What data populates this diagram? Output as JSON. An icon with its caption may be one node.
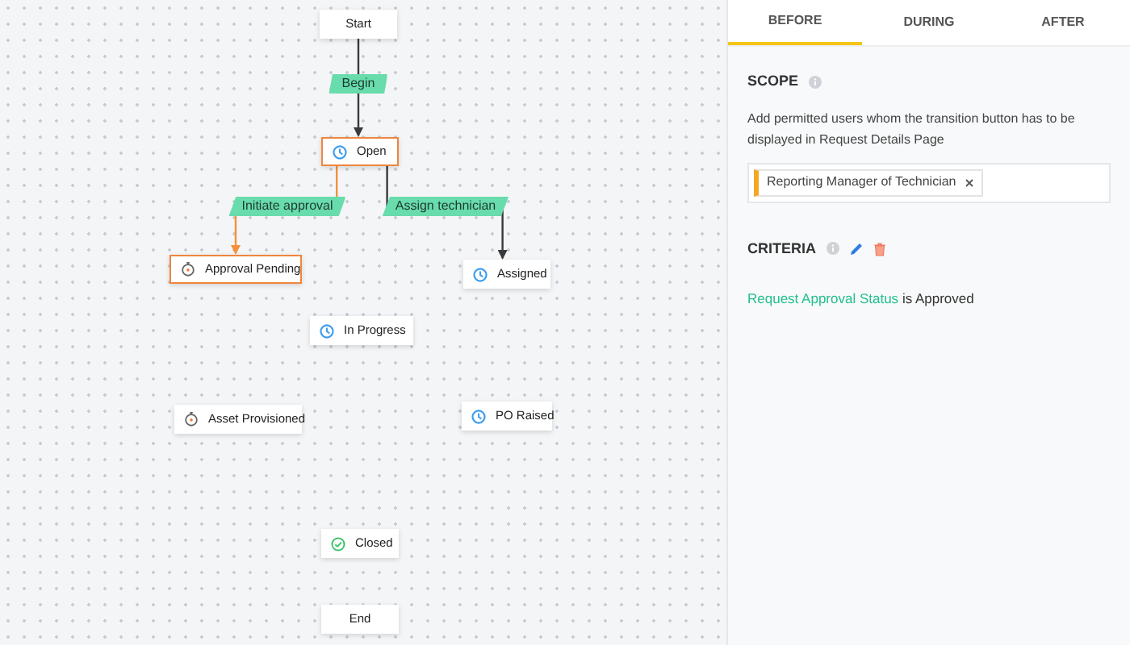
{
  "diagram": {
    "nodes": [
      {
        "text": [
          "Start"
        ]
      },
      {
        "text": [
          "Open"
        ]
      },
      {
        "text": [
          "Approval Pending"
        ]
      },
      {
        "text": [
          "Assigned"
        ]
      },
      {
        "text": [
          "In Progress"
        ]
      },
      {
        "text": [
          "Asset Provisioned"
        ]
      },
      {
        "text": [
          "PO Raised"
        ]
      },
      {
        "text": [
          "Closed"
        ]
      },
      {
        "text": [
          "End"
        ]
      }
    ],
    "edges": [
      {
        "from": 0,
        "to": 1,
        "arrow": "to",
        "label": "Begin"
      },
      {
        "from": 1,
        "to": 2,
        "arrow": "to",
        "label": "Initiate approval",
        "color": "#f5913e"
      },
      {
        "from": 1,
        "to": 3,
        "arrow": "to",
        "label": "Assign technician"
      }
    ],
    "labels": [
      "BEFORE",
      "DURING",
      "AFTER",
      "SCOPE",
      "Add permitted users whom the transition button has to be displayed in Request Details Page",
      "Reporting Manager of Technician",
      "CRITERIA",
      "Request Approval Status",
      "is Approved"
    ]
  }
}
